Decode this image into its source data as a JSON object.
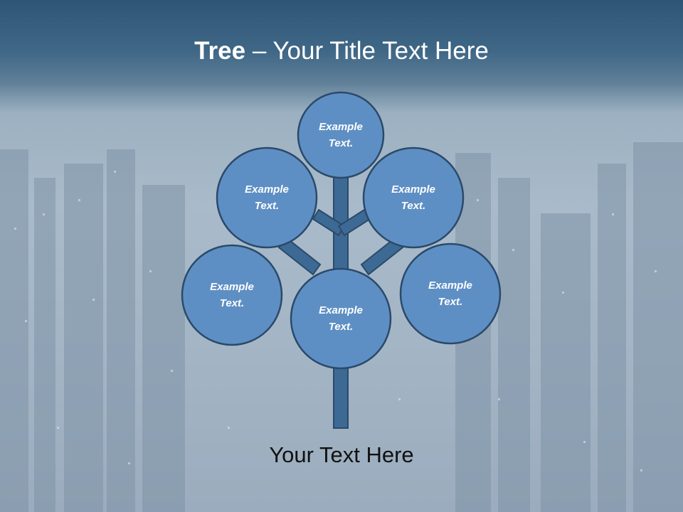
{
  "slide": {
    "title_bold": "Tree",
    "title_sep": " – ",
    "title_rest": "Your Title Text Here",
    "footer_text": "Your Text Here"
  },
  "colors": {
    "node_fill": "#5e8fc4",
    "node_stroke": "#2b4a6a",
    "trunk_fill": "#3d6a94",
    "header": "#2f5576"
  },
  "tree": {
    "nodes": [
      {
        "id": "top",
        "line1": "Example",
        "line2": "Text."
      },
      {
        "id": "upper-left",
        "line1": "Example",
        "line2": "Text."
      },
      {
        "id": "upper-right",
        "line1": "Example",
        "line2": "Text."
      },
      {
        "id": "lower-left",
        "line1": "Example",
        "line2": "Text."
      },
      {
        "id": "center",
        "line1": "Example",
        "line2": "Text."
      },
      {
        "id": "lower-right",
        "line1": "Example",
        "line2": "Text."
      }
    ]
  }
}
